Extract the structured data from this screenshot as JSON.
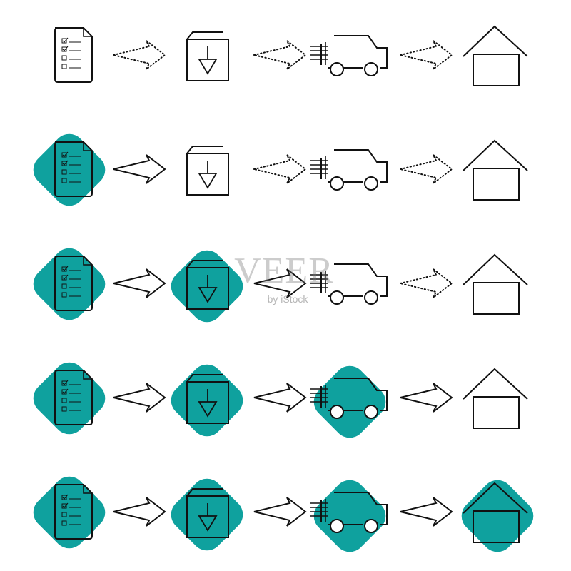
{
  "colors": {
    "accent": "#0fa19e",
    "stroke": "#111111",
    "background": "#ffffff"
  },
  "stages": [
    {
      "id": "checklist",
      "icon": "checklist-icon"
    },
    {
      "id": "package",
      "icon": "package-download-icon"
    },
    {
      "id": "delivery",
      "icon": "delivery-truck-icon"
    },
    {
      "id": "home",
      "icon": "house-icon"
    }
  ],
  "rows": [
    {
      "completed_stages": 0
    },
    {
      "completed_stages": 1
    },
    {
      "completed_stages": 2
    },
    {
      "completed_stages": 3
    },
    {
      "completed_stages": 4
    }
  ],
  "watermark": {
    "brand": "VEER",
    "sub": "by iStock"
  }
}
